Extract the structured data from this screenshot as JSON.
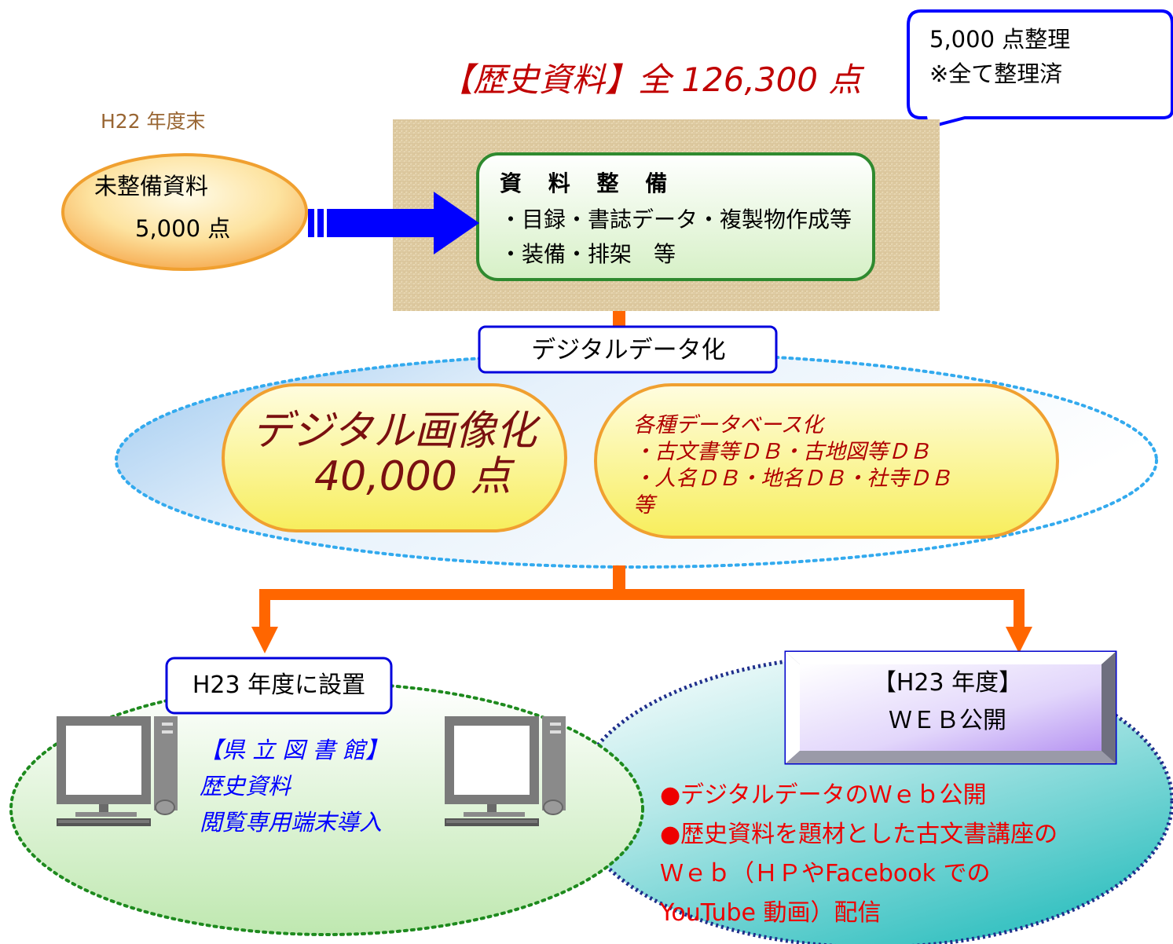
{
  "title": "【歴史資料】全 126,300 点",
  "year_label": "H22 年度末",
  "callout": {
    "line1": "5,000 点整理",
    "line2": "※全て整理済"
  },
  "unfinished": {
    "line1": "未整備資料",
    "line2": "5,000 点"
  },
  "preparation": {
    "heading": "資 料 整 備",
    "item1": "・目録・書誌データ・複製物作成等",
    "item2": "・装備・排架　等"
  },
  "digital_label": "デジタルデータ化",
  "imaging": {
    "line1": "デジタル画像化",
    "line2": "40,000 点"
  },
  "database": {
    "line1": "各種データベース化",
    "line2": "・古文書等ＤＢ・古地図等ＤＢ",
    "line3": "・人名ＤＢ・地名ＤＢ・社寺ＤＢ",
    "line4": "等"
  },
  "setup_label": "H23 年度に設置",
  "library": {
    "line1": "【県 立 図 書 館】",
    "line2": "歴史資料",
    "line3": "閲覧専用端末導入"
  },
  "web_label": {
    "line1": "【H23 年度】",
    "line2": "ＷＥＢ公開"
  },
  "web_items": {
    "line1": "●デジタルデータのＷｅｂ公開",
    "line2": "●歴史資料を題材とした古文書講座の",
    "line3": "Ｗｅｂ（ＨＰやFacebook での",
    "line4": "YouTube 動画）配信"
  },
  "colors": {
    "title_red": "#c00000",
    "arrow_blue": "#0000ff",
    "connector_orange": "#ff6600",
    "prep_green": "#2f8a2f",
    "library_blue": "#0000ff",
    "web_red": "#ee0000"
  }
}
